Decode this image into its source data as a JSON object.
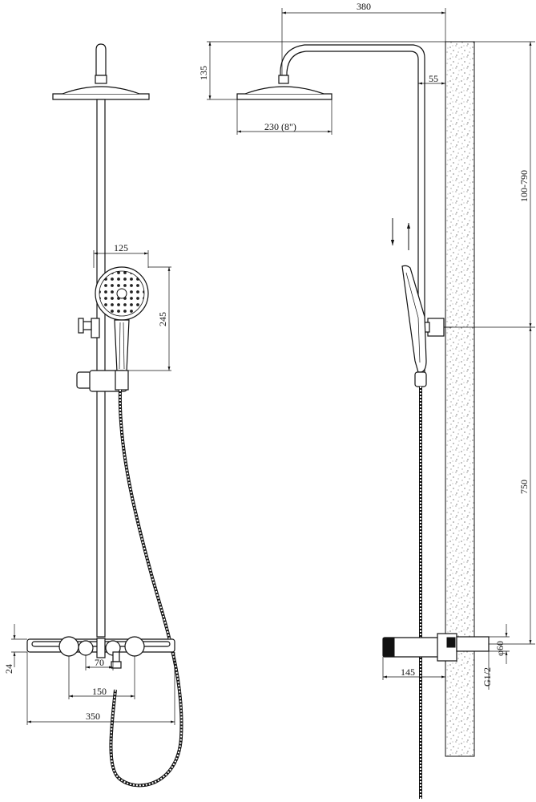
{
  "drawing": {
    "front_view": {
      "dim_head_width": "125",
      "dim_hand_shower_height": "245",
      "dim_shelf_thickness": "24",
      "dim_knob_spacing": "70",
      "dim_outlet_spacing": "150",
      "dim_shelf_width": "350"
    },
    "side_view": {
      "dim_arm_length": "380",
      "dim_head_drop": "135",
      "dim_arm_offset": "55",
      "dim_head_diameter": "230 (8\")",
      "dim_adjust_range": "100-790",
      "dim_mixer_to_bracket": "750",
      "dim_pipe_diameter": "φ60",
      "dim_thread": "G1/2",
      "dim_shelf_projection": "145"
    }
  }
}
